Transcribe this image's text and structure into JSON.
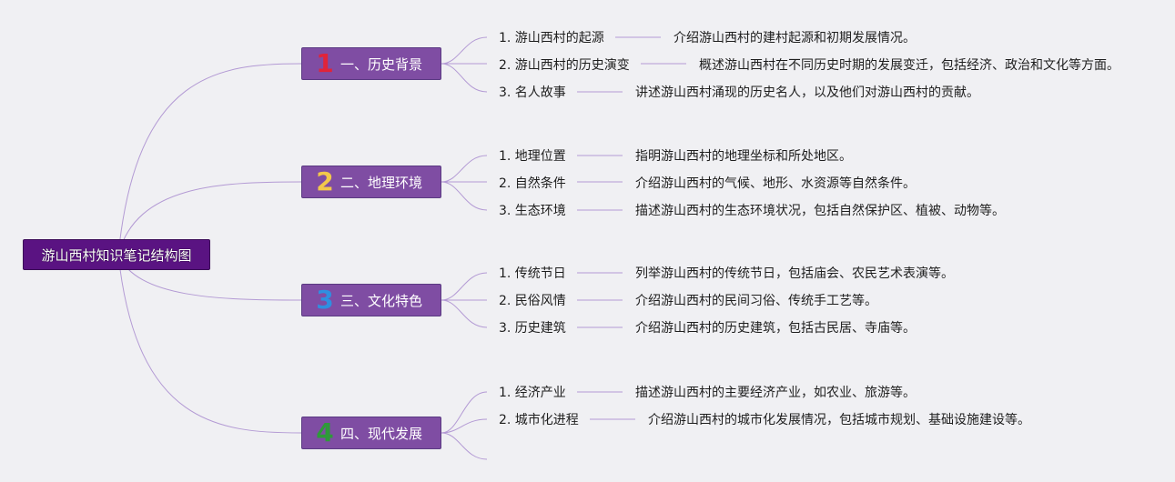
{
  "root": {
    "title": "游山西村知识笔记结构图"
  },
  "colors": {
    "root_bg": "#5a1382",
    "branch_bg": "#7f4da3",
    "line": "#b39ad4",
    "num1": "#e0243a",
    "num2": "#f2c84b",
    "num3": "#2f8fe0",
    "num4": "#2e9a3a"
  },
  "branches": [
    {
      "number": "1",
      "label": "一、历史背景",
      "items": [
        {
          "label": "1. 游山西村的起源",
          "desc": "介绍游山西村的建村起源和初期发展情况。"
        },
        {
          "label": "2. 游山西村的历史演变",
          "desc": "概述游山西村在不同历史时期的发展变迁，包括经济、政治和文化等方面。"
        },
        {
          "label": "3. 名人故事",
          "desc": "讲述游山西村涌现的历史名人，以及他们对游山西村的贡献。"
        }
      ]
    },
    {
      "number": "2",
      "label": "二、地理环境",
      "items": [
        {
          "label": "1. 地理位置",
          "desc": "指明游山西村的地理坐标和所处地区。"
        },
        {
          "label": "2. 自然条件",
          "desc": "介绍游山西村的气候、地形、水资源等自然条件。"
        },
        {
          "label": "3. 生态环境",
          "desc": "描述游山西村的生态环境状况，包括自然保护区、植被、动物等。"
        }
      ]
    },
    {
      "number": "3",
      "label": "三、文化特色",
      "items": [
        {
          "label": "1. 传统节日",
          "desc": "列举游山西村的传统节日，包括庙会、农民艺术表演等。"
        },
        {
          "label": "2. 民俗风情",
          "desc": "介绍游山西村的民间习俗、传统手工艺等。"
        },
        {
          "label": "3. 历史建筑",
          "desc": "介绍游山西村的历史建筑，包括古民居、寺庙等。"
        }
      ]
    },
    {
      "number": "4",
      "label": "四、现代发展",
      "items": [
        {
          "label": "1. 经济产业",
          "desc": "描述游山西村的主要经济产业，如农业、旅游等。"
        },
        {
          "label": "2. 城市化进程",
          "desc": "介绍游山西村的城市化发展情况，包括城市规划、基础设施建设等。"
        }
      ]
    }
  ]
}
